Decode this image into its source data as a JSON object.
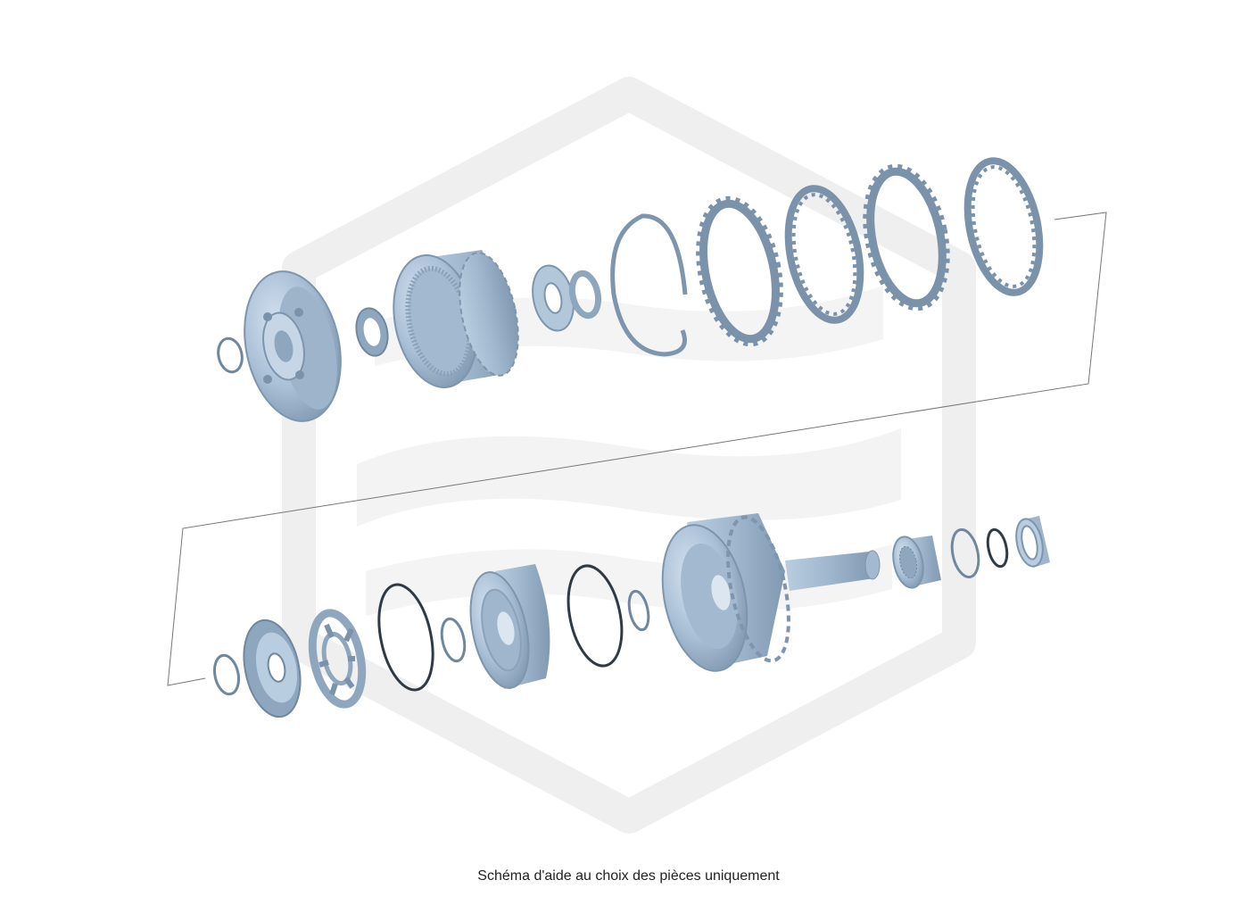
{
  "caption": "Schéma d'aide au choix des pièces uniquement",
  "colors": {
    "part_fill": "#a9bfd6",
    "part_light": "#cbdaea",
    "part_dark": "#7d95ad",
    "ring_stroke": "#6f879f",
    "watermark": "#efefef",
    "leader_line": "#777777"
  },
  "parts": [
    "snap-ring",
    "planetary-carrier",
    "thrust-washer",
    "ring-gear-drum",
    "thrust-bearing",
    "thrust-washer-small",
    "large-snap-ring",
    "clutch-plate-1",
    "clutch-plate-2",
    "clutch-plate-3",
    "clutch-plate-4",
    "snap-ring-lower",
    "piston-retainer",
    "return-spring",
    "seal-ring-large",
    "seal-ring-small",
    "piston",
    "seal-ring-outer",
    "seal-ring-inner",
    "clutch-drum-shaft",
    "needle-bearing",
    "snap-ring-right",
    "o-ring",
    "bushing"
  ]
}
